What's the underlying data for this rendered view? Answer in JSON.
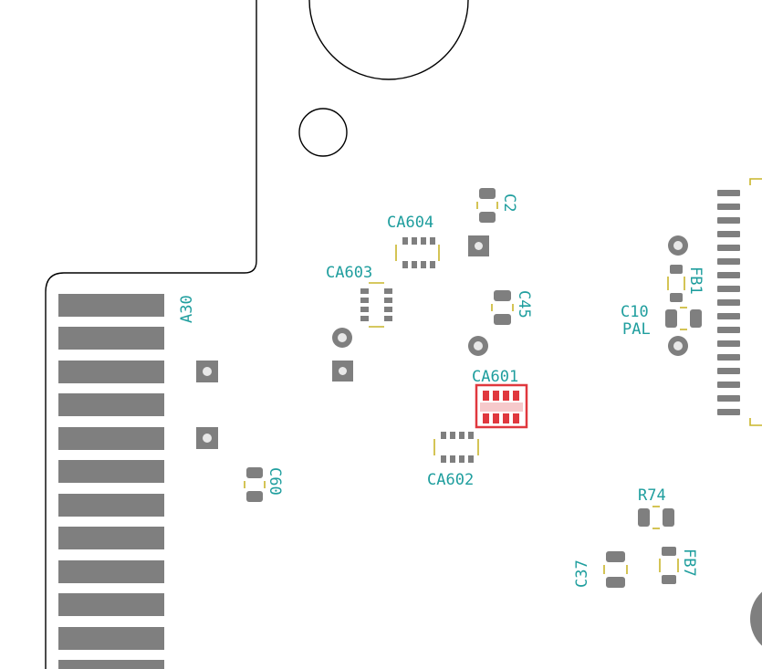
{
  "board": {
    "colors": {
      "background": "#ffffff",
      "pad": "#7f7f7f",
      "highlight": "#e0383e",
      "reference_text": "#1f9e9e",
      "silkscreen": "#c9b52a",
      "outline": "#000000"
    }
  },
  "refs": {
    "ca604": "CA604",
    "ca603": "CA603",
    "ca601": "CA601",
    "ca602": "CA602",
    "c2": "C2",
    "c45": "C45",
    "c60": "C60",
    "c10": "C10",
    "pal": "PAL",
    "fb1": "FB1",
    "r74": "R74",
    "c37": "C37",
    "fb7": "FB7",
    "a30": "A30"
  }
}
